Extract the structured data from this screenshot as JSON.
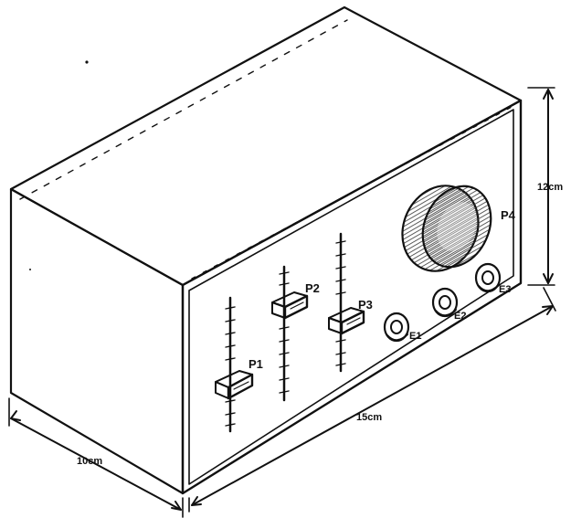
{
  "labels": {
    "p1": "P1",
    "p2": "P2",
    "p3": "P3",
    "p4": "P4",
    "e1": "E1",
    "e2": "E2",
    "e3": "E3",
    "depth": "10cm",
    "width": "15cm",
    "height": "12cm"
  },
  "colors": {
    "ink": "#111111",
    "paper": "#ffffff",
    "knob_hatch": "#333333"
  }
}
